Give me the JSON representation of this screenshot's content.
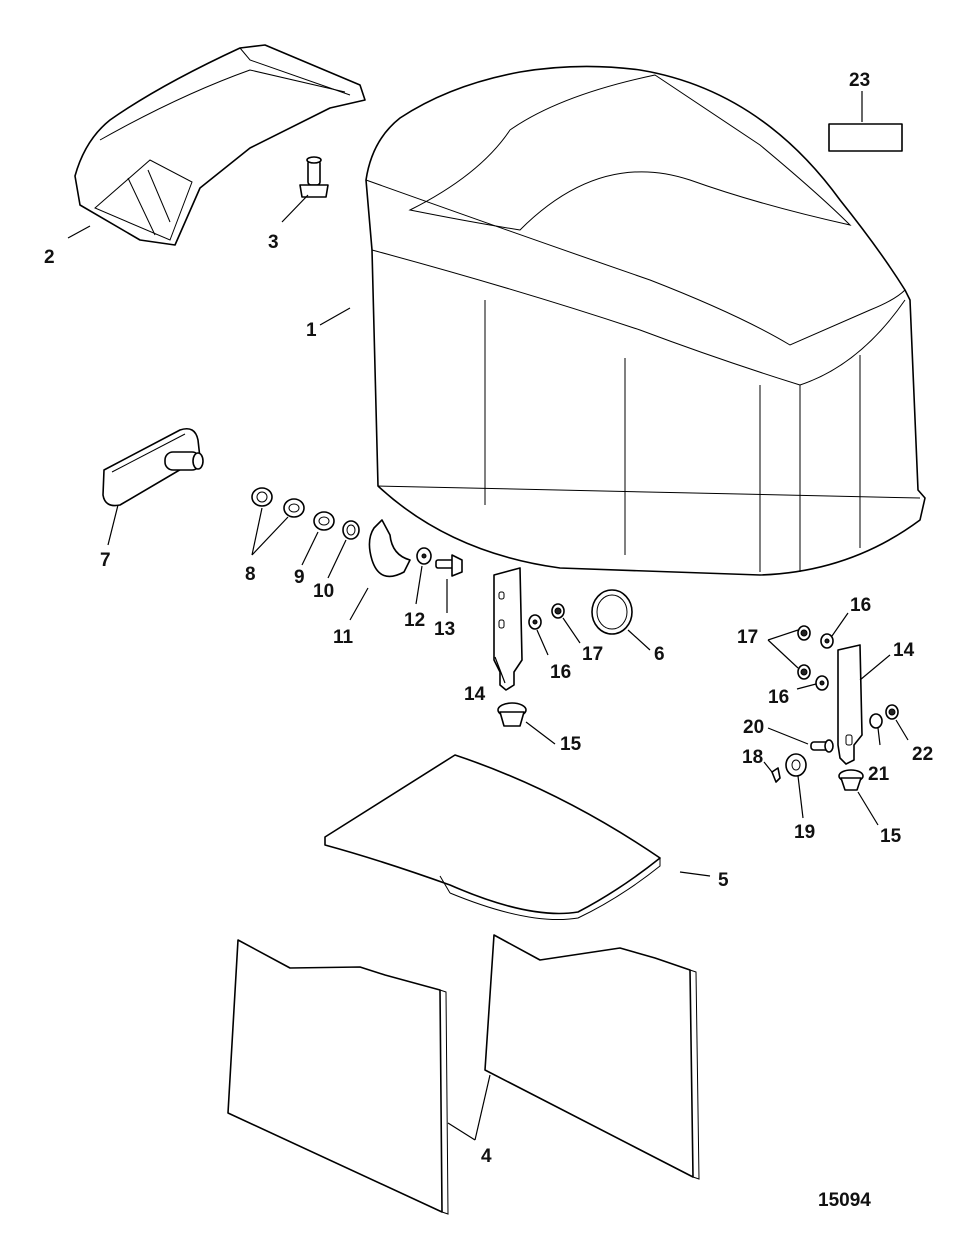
{
  "figure_number": "15094",
  "callouts": {
    "c1": "1",
    "c2": "2",
    "c3": "3",
    "c4": "4",
    "c5": "5",
    "c6": "6",
    "c7": "7",
    "c8": "8",
    "c9": "9",
    "c10": "10",
    "c11": "11",
    "c12": "12",
    "c13": "13",
    "c14a": "14",
    "c14b": "14",
    "c15a": "15",
    "c15b": "15",
    "c16a": "16",
    "c16b": "16",
    "c16c": "16",
    "c17a": "17",
    "c17b": "17",
    "c18": "18",
    "c19": "19",
    "c20": "20",
    "c21": "21",
    "c22": "22",
    "c23": "23"
  }
}
